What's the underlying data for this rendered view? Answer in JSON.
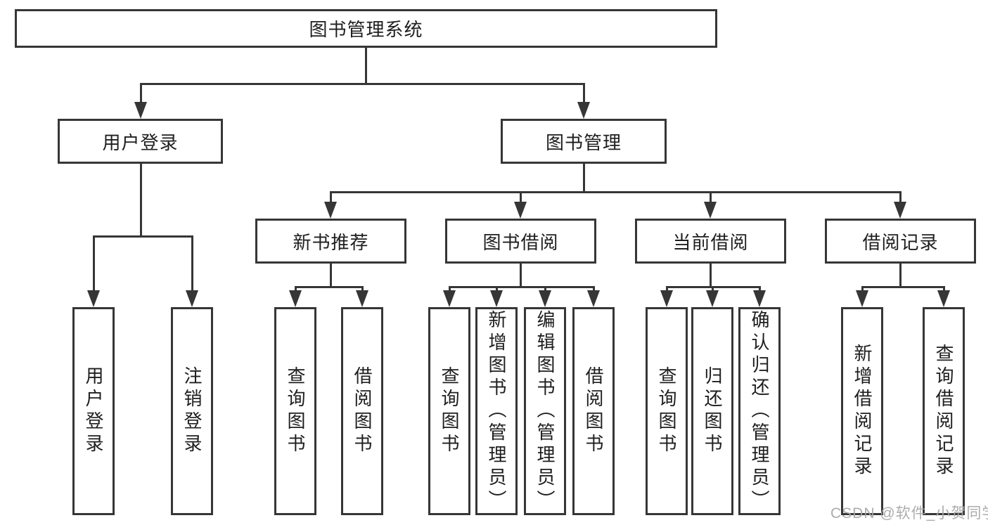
{
  "page": {
    "background": "#ffffff",
    "watermark": "CSDN @软件_小贺同学"
  },
  "colors": {
    "line": "#363636",
    "box_border": "#363636",
    "text": "#1e1e1e",
    "watermark_text": "#a8a8a8"
  },
  "nodes": {
    "root": {
      "label": "图书管理系统"
    },
    "level2": [
      {
        "label": "用户登录"
      },
      {
        "label": "图书管理"
      }
    ],
    "level3": [
      {
        "label": "新书推荐",
        "parent": "图书管理"
      },
      {
        "label": "图书借阅",
        "parent": "图书管理"
      },
      {
        "label": "当前借阅",
        "parent": "图书管理"
      },
      {
        "label": "借阅记录",
        "parent": "图书管理"
      }
    ],
    "level4": [
      {
        "label": "用户登录",
        "parent": "用户登录"
      },
      {
        "label": "注销登录",
        "parent": "用户登录"
      },
      {
        "label": "查询图书",
        "parent": "新书推荐"
      },
      {
        "label": "借阅图书",
        "parent": "新书推荐"
      },
      {
        "label": "查询图书",
        "parent": "图书借阅"
      },
      {
        "label": "新增图书（管理员）",
        "parent": "图书借阅"
      },
      {
        "label": "编辑图书（管理员）",
        "parent": "图书借阅"
      },
      {
        "label": "借阅图书",
        "parent": "图书借阅"
      },
      {
        "label": "查询图书",
        "parent": "当前借阅"
      },
      {
        "label": "归还图书",
        "parent": "当前借阅"
      },
      {
        "label": "确认归还（管理员）",
        "parent": "当前借阅"
      },
      {
        "label": "新增借阅记录",
        "parent": "借阅记录"
      },
      {
        "label": "查询借阅记录",
        "parent": "借阅记录"
      }
    ]
  }
}
